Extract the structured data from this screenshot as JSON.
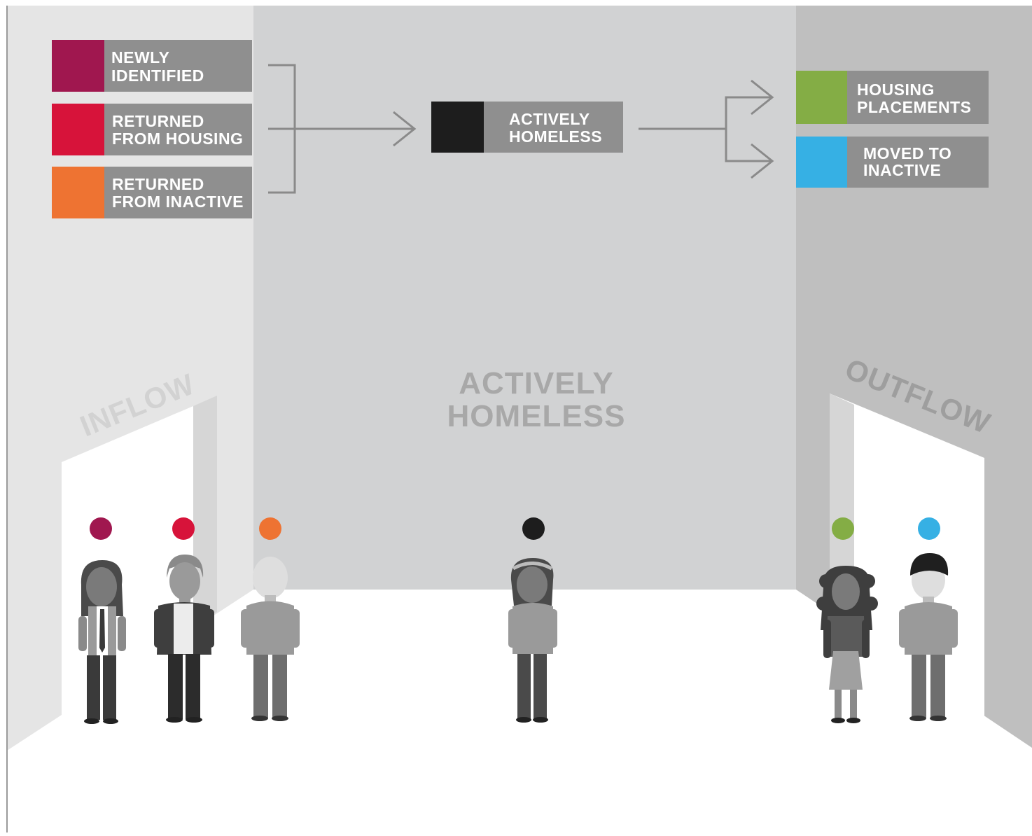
{
  "colors": {
    "newly_identified": "#a0174f",
    "returned_from_housing": "#d7133a",
    "returned_from_inactive": "#ee7332",
    "actively_homeless": "#1d1d1d",
    "housing_placements": "#84ad45",
    "moved_to_inactive": "#36b0e4",
    "label_box": "#8f8f8f",
    "arrow": "#8a8a8a"
  },
  "legend": {
    "inflow": [
      {
        "line1": "NEWLY",
        "line2": "IDENTIFIED"
      },
      {
        "line1": "RETURNED",
        "line2": "FROM HOUSING"
      },
      {
        "line1": "RETURNED",
        "line2": "FROM INACTIVE"
      }
    ],
    "center": {
      "line1": "ACTIVELY",
      "line2": "HOMELESS"
    },
    "outflow": [
      {
        "line1": "HOUSING",
        "line2": "PLACEMENTS"
      },
      {
        "line1": "MOVED TO",
        "line2": "INACTIVE"
      }
    ]
  },
  "scene": {
    "inflow_label": "INFLOW",
    "center_line1": "ACTIVELY",
    "center_line2": "HOMELESS",
    "outflow_label": "OUTFLOW"
  }
}
